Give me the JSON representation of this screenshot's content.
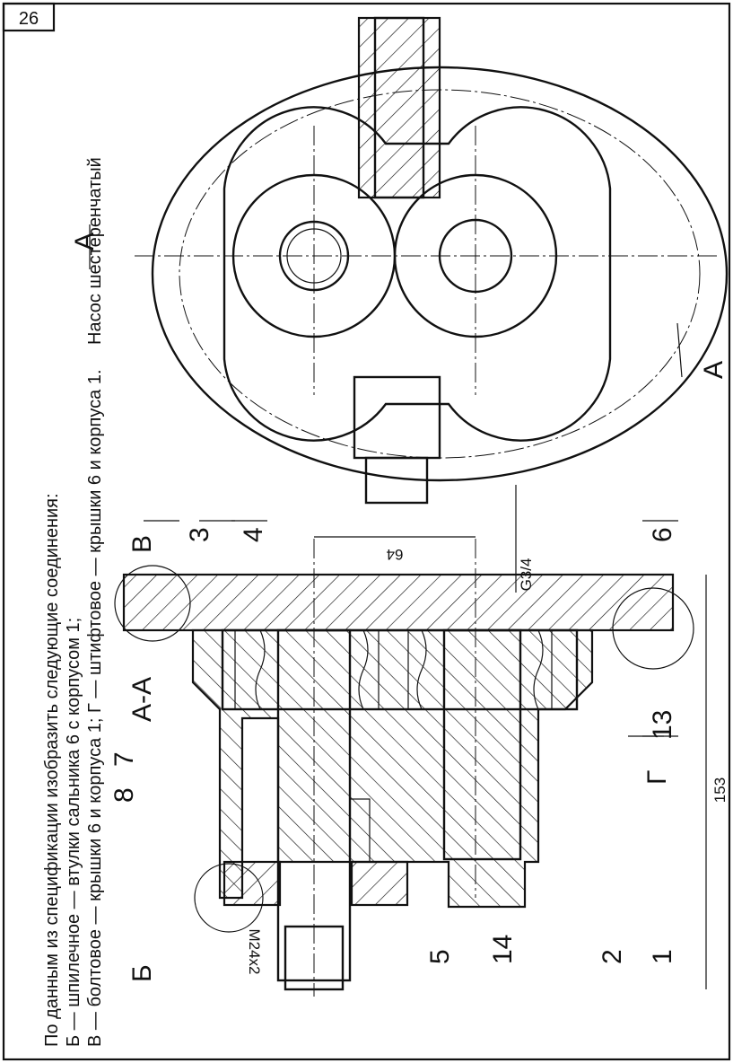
{
  "sheet": {
    "page_number": "26",
    "title": "Насос шестеренчатый",
    "task": {
      "line1": "По данным из спецификации изобразить следующие соединения:",
      "line2": "Б — шпилечное — втулки сальника 6 с корпусом 1;",
      "line3": "В — болтовое — крышки 6 и корпуса 1;  Г — штифтовое — крышки 6 и корпуса 1."
    }
  },
  "section_view": {
    "section_label": "А-А",
    "callouts": [
      "Б",
      "В",
      "Г"
    ],
    "part_numbers": [
      "1",
      "2",
      "3",
      "4",
      "5",
      "6",
      "7",
      "8",
      "13",
      "14"
    ],
    "dimensions": {
      "overall_length": "153",
      "thread": "M24x2",
      "center_distance": "64",
      "port_thread": "G3/4"
    }
  },
  "front_view": {
    "section_marks": [
      "А",
      "А"
    ]
  }
}
